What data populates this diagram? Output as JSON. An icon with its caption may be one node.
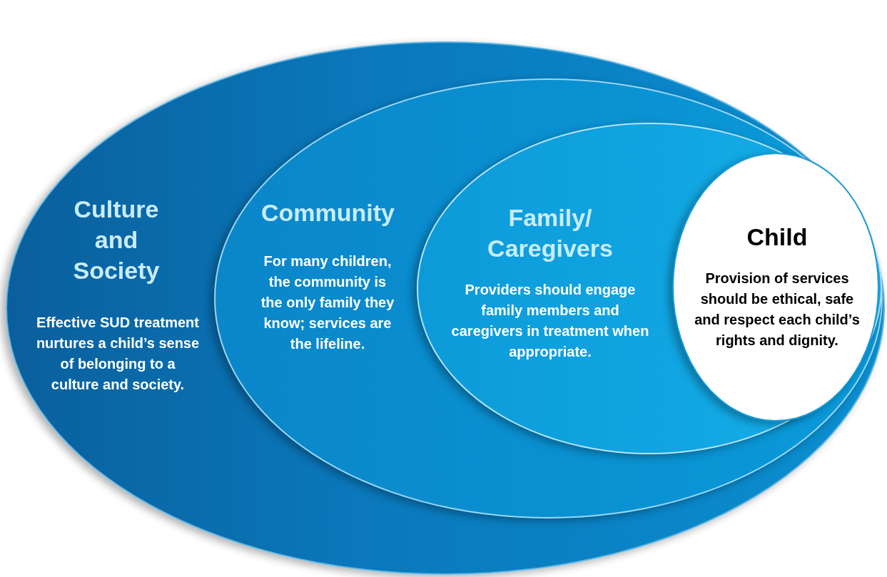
{
  "diagram": {
    "nodes": [
      {
        "text": [
          "Culture and Society",
          "Effective SUD treatment nurtures a child’s sense of belonging to a culture and society."
        ]
      },
      {
        "text": [
          "Community",
          "For many children, the community is the only family they know; services are the lifeline."
        ],
        "in": 0
      },
      {
        "text": [
          "Family/ Caregivers",
          "Providers should engage family members and caregivers in treatment when appropriate."
        ],
        "in": 1
      },
      {
        "text": [
          "Child",
          "Provision of services should be ethical, safe and respect each child’s rights and dignity."
        ],
        "in": 2
      }
    ]
  }
}
